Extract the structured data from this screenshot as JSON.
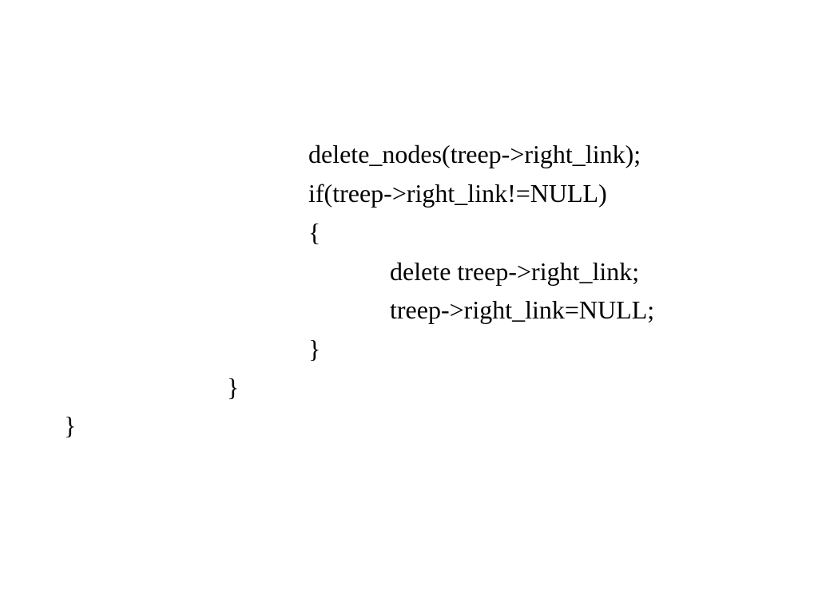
{
  "code": {
    "lines": [
      "delete_nodes(treep->right_link);",
      "if(treep->right_link!=NULL)",
      "{",
      "delete treep->right_link;",
      "treep->right_link=NULL;",
      "}",
      "}",
      "}"
    ]
  }
}
